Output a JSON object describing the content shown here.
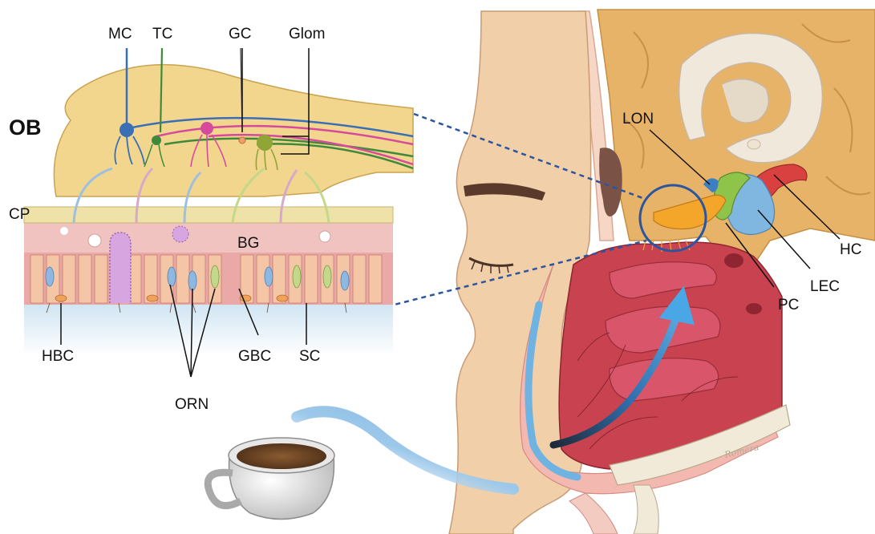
{
  "labels": {
    "mc": "MC",
    "tc": "TC",
    "gc": "GC",
    "glom": "Glom",
    "ob": "OB",
    "cp": "CP",
    "bg": "BG",
    "hbc": "HBC",
    "orn": "ORN",
    "gbc": "GBC",
    "sc": "SC",
    "lon": "LON",
    "hc": "HC",
    "lec": "LEC",
    "pc": "PC"
  },
  "signature": "Romera",
  "colors": {
    "bulb": "#f3d68e",
    "plate": "#efe2a8",
    "epithelium": "#f1c3c0",
    "mucus": "#cfe4f2",
    "skin": "#f0cfa9",
    "brain": "#e6b368",
    "nasal_cavity": "#c8424f",
    "airflow": "#3d8fce",
    "mitral": "#3a6fb5",
    "tufted": "#3f8a3a",
    "granule": "#d54a9c",
    "hippocampus": "#d94040",
    "entorhinal": "#7fb7e0",
    "piriform": "#f3a62a",
    "callout": "#2c55a0"
  },
  "icons": [
    "coffee-cup-icon",
    "airflow-arrow-icon"
  ]
}
